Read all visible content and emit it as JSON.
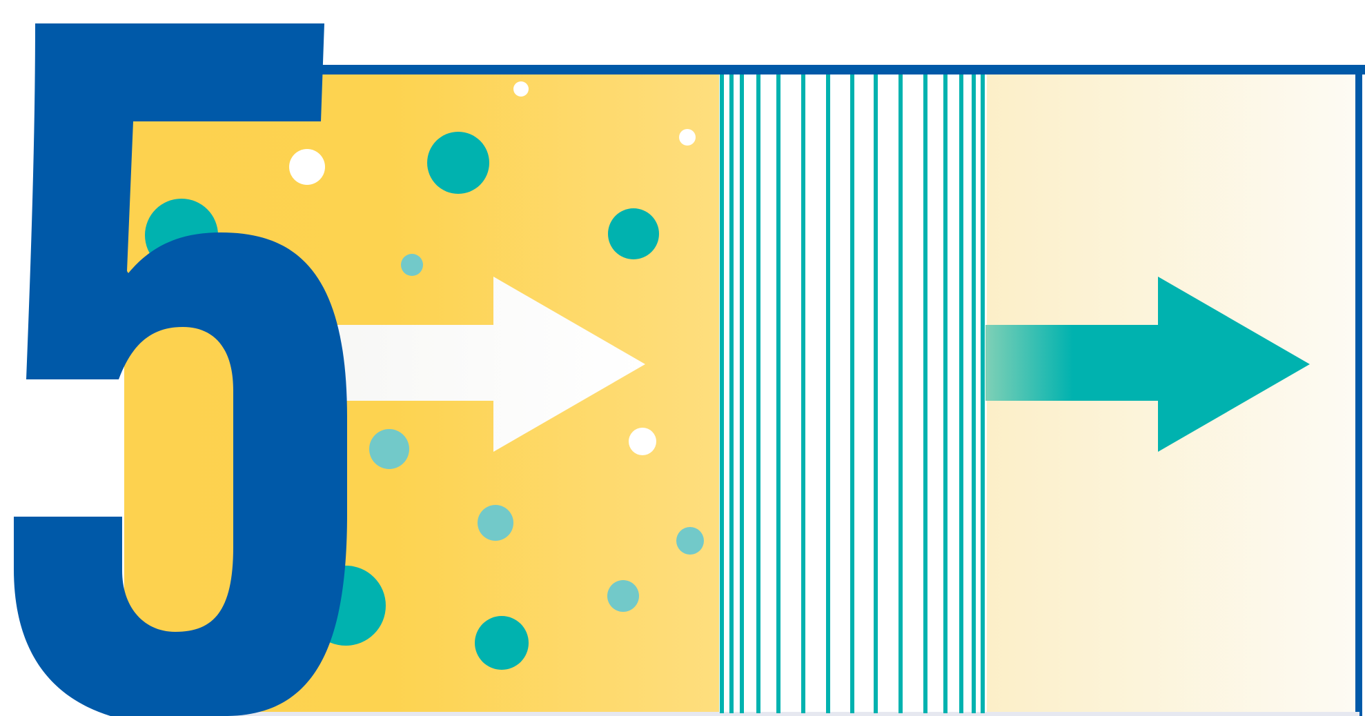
{
  "figure": {
    "number": "5"
  },
  "colors": {
    "frame": "#0059A8",
    "numeral": "#0059A8",
    "teal": "#00B2AF",
    "light_teal": "#72C9C9",
    "yellow": "#FDD24F",
    "yellow_light": "#FDDC78",
    "cream": "#FCF0CC",
    "cream_light": "#FDF9EE",
    "white": "#FFFFFF"
  },
  "diagram": {
    "sections": [
      "unfiltered-zone",
      "filter-membrane",
      "filtered-zone"
    ],
    "icons": [
      "input-arrow-icon",
      "output-arrow-icon"
    ]
  }
}
